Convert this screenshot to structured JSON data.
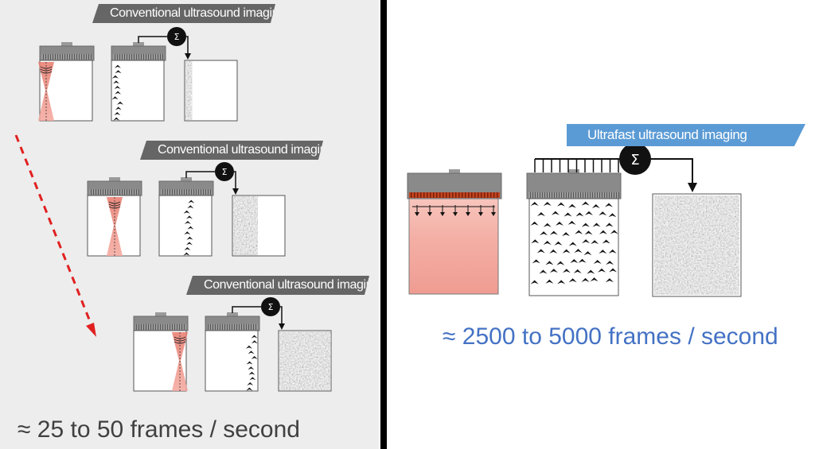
{
  "rows": [
    {
      "banner": "Conventional ultrasound imaging"
    },
    {
      "banner": "Conventional ultrasound imaging"
    },
    {
      "banner": "Conventional ultrasound imaging"
    }
  ],
  "ultrafast": {
    "banner": "Ultrafast ultrasound imaging"
  },
  "sum_symbol": "Σ",
  "captions": {
    "left": "≈ 25 to 50 frames / second",
    "right": "≈ 2500 to 5000 frames / second"
  },
  "colors": {
    "banner_gray": "#666666",
    "banner_blue": "#5b9bd5",
    "arrow_red": "#e02020",
    "beam_pink": "#f08878"
  }
}
